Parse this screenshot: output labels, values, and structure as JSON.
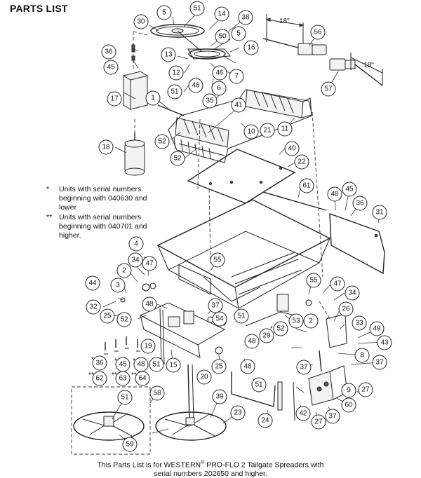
{
  "title": "PARTS LIST",
  "notes": [
    {
      "mark": "*",
      "text": "Units with serial numbers beginning with 040630 and lower"
    },
    {
      "mark": "**",
      "text": "Units with serial numbers beginning with 040701 and higher."
    }
  ],
  "footer": {
    "line1_prefix": "This Parts List is for WESTERN",
    "line1_reg": "®",
    "line1_suffix": " PRO-FLO 2 Tailgate Spreaders with",
    "line2": "serial numbers 202650 and higher."
  },
  "dimensions": [
    "18\"",
    "18\""
  ],
  "callouts": [
    "5",
    "51",
    "14",
    "30",
    "38",
    "50",
    "5",
    "16",
    "36",
    "45",
    "13",
    "12",
    "46",
    "7",
    "51",
    "48",
    "6",
    "17",
    "35",
    "1",
    "41",
    "10",
    "21",
    "11",
    "52",
    "18",
    "52",
    "40",
    "22",
    "61",
    "48",
    "45",
    "36",
    "31",
    "4",
    "55",
    "34",
    "47",
    "2",
    "3",
    "44",
    "32",
    "25",
    "52",
    "48",
    "37",
    "51",
    "54",
    "55",
    "47",
    "34",
    "26",
    "2",
    "52",
    "53",
    "33",
    "49",
    "43",
    "19",
    "51",
    "15",
    "29",
    "48",
    "8",
    "37",
    "36",
    "45",
    "48",
    "62",
    "63",
    "64",
    "25",
    "20",
    "48",
    "37",
    "58",
    "39",
    "51",
    "23",
    "27",
    "9",
    "60",
    "51",
    "24",
    "42",
    "27",
    "37",
    "59",
    "56",
    "57"
  ],
  "callout_prefixes": {
    "36b": "*",
    "45b": "*",
    "48b": "*",
    "62": "**",
    "63": "**",
    "64": "**",
    "52c": "*"
  }
}
